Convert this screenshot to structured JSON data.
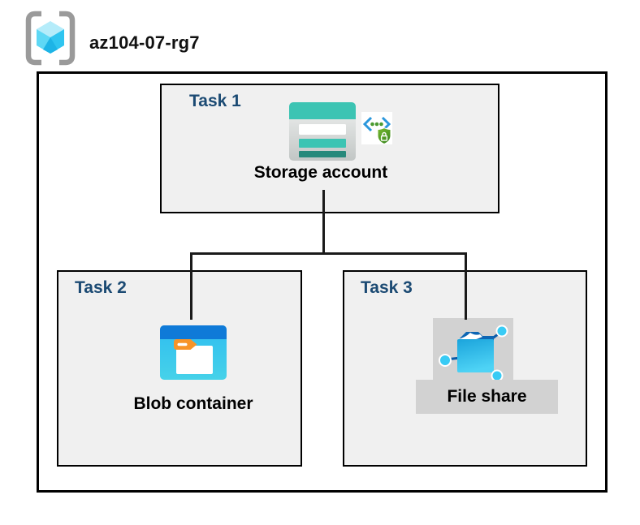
{
  "header": {
    "resource_group_name": "az104-07-rg7",
    "resource_group_icon": "azure-resource-group-icon"
  },
  "colors": {
    "canvas_bg": "#ffffff",
    "box_border": "#000000",
    "box_fill": "#f0f0f0",
    "task_label": "#1b4a73",
    "item_label": "#000000",
    "connector": "#1a1a1a",
    "selection_gray": "#d2d2d2",
    "storage_teal": "#3cc4b3",
    "storage_dark_teal": "#27897b",
    "blob_band_blue": "#0f7ad8",
    "blob_body_cyan": "#35c4f0",
    "file_share_cyan": "#38cbf5",
    "folder_tab_orange": "#f79428",
    "shield_green": "#569f2f",
    "bracket_gray": "#9a9a9a",
    "cube_light": "#b5ecfa",
    "cube_mid": "#5ed8f5",
    "cube_dark": "#2fc5f0"
  },
  "tasks": [
    {
      "label": "Task 1",
      "item": "Storage account",
      "icons": [
        "storage-account-icon",
        "sas-shield-lock-icon"
      ]
    },
    {
      "label": "Task 2",
      "item": "Blob container",
      "icons": [
        "blob-container-icon"
      ]
    },
    {
      "label": "Task 3",
      "item": "File share",
      "icons": [
        "file-share-icon"
      ]
    }
  ]
}
